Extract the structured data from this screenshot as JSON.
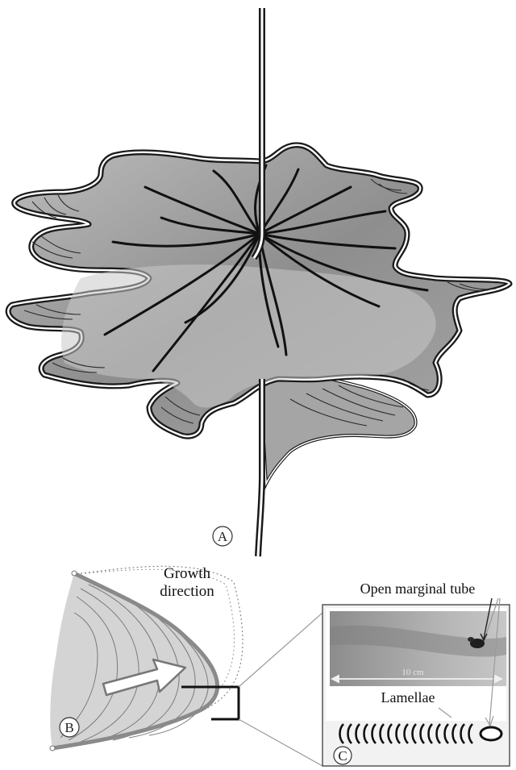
{
  "panels": {
    "a": {
      "label": "A"
    },
    "b": {
      "label": "B"
    },
    "c": {
      "label": "C"
    }
  },
  "annotations": {
    "growth_line1": "Growth",
    "growth_line2": "direction",
    "open_marginal_tube": "Open marginal tube",
    "scale": "10 cm",
    "lamellae": "Lamellae"
  },
  "colors": {
    "outline": "#1a1a1a",
    "fill_dark": "#9a9a9a",
    "fill_mid": "#b8b8b8",
    "fill_light": "#dcdcdc",
    "rim": "#8a8a8a",
    "photo_bg": "#a9a9a9"
  }
}
